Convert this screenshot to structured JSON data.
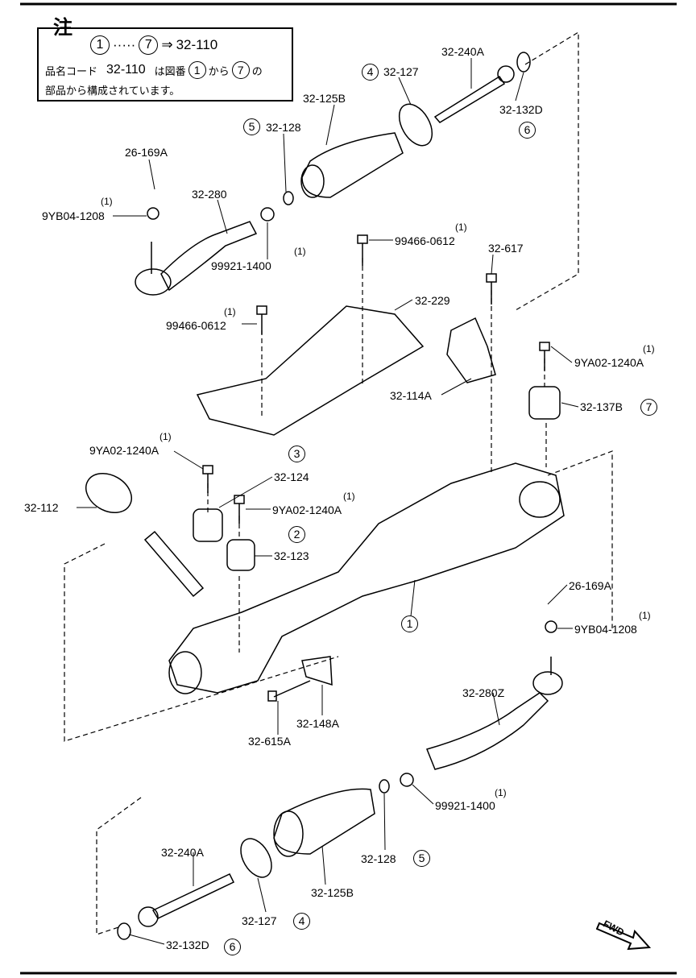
{
  "note": {
    "title": "注",
    "circle_from": "1",
    "dots": "·····",
    "circle_to": "7",
    "arrow": "⇒",
    "assembly": "32-110",
    "line2_prefix": "品名コード",
    "line2_code": "32-110",
    "line2_mid": "は図番",
    "line2_from": "1",
    "line2_kara": "から",
    "line2_to": "7",
    "line2_no": "の",
    "line3": "部品から構成されています。"
  },
  "labels": [
    "32-240A",
    "32-127",
    "32-132D",
    "32-125B",
    "32-128",
    "26-169A",
    "9YB04-1208",
    "32-280",
    "99921-1400",
    "99466-0612",
    "32-617",
    "32-229",
    "99466-0612",
    "9YA02-1240A",
    "32-114A",
    "32-137B",
    "9YA02-1240A",
    "32-124",
    "32-112",
    "9YA02-1240A",
    "32-123",
    "26-169A",
    "9YB04-1208",
    "32-280Z",
    "32-148A",
    "32-615A",
    "99921-1400",
    "32-240A",
    "32-128",
    "32-125B",
    "32-127",
    "32-132D"
  ],
  "qty": "(1)",
  "circles": [
    "4",
    "6",
    "5",
    "7",
    "3",
    "2",
    "1",
    "5",
    "4",
    "6"
  ],
  "fwd": "FWD"
}
